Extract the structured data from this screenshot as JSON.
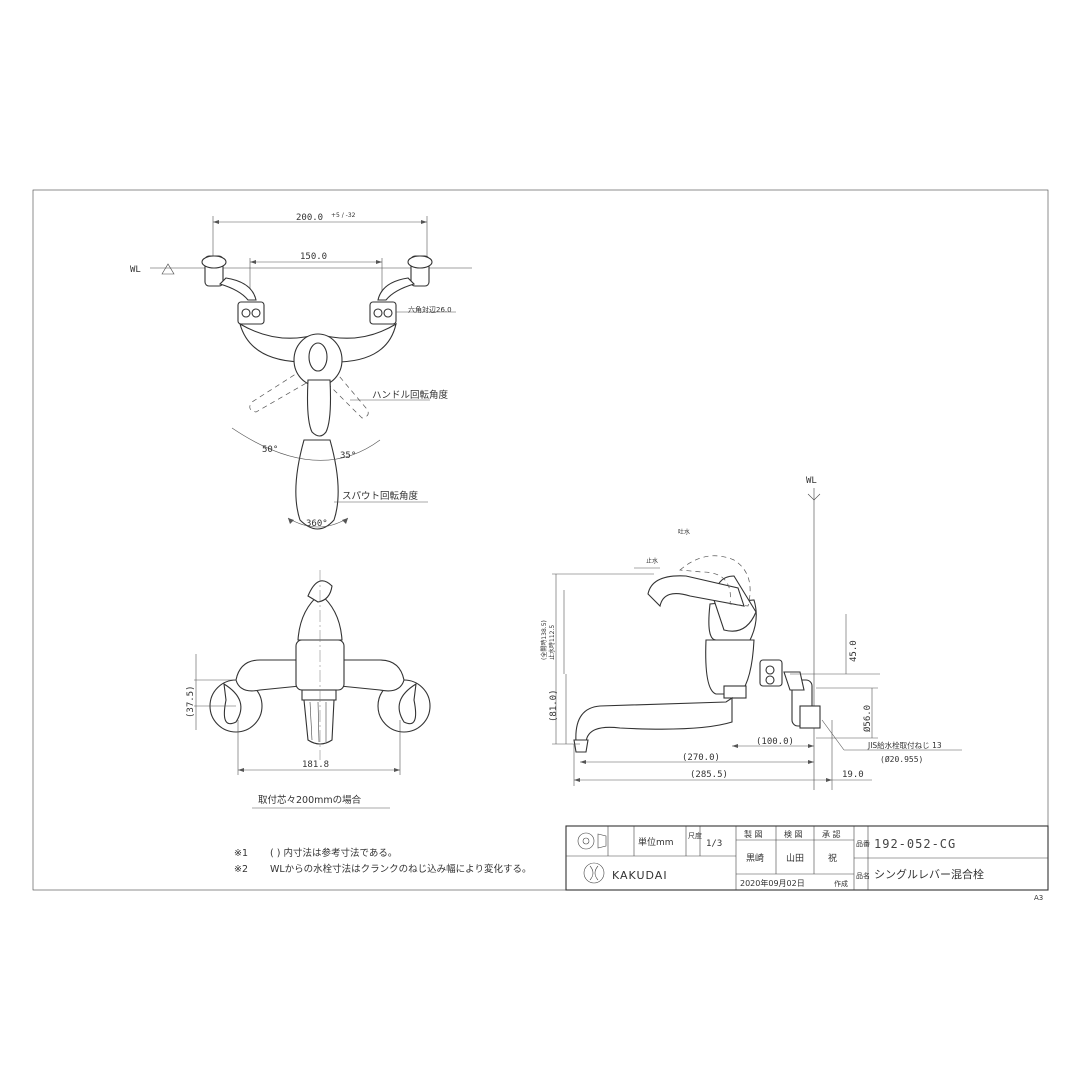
{
  "top_view": {
    "wl": "WL",
    "dim_200": "200.0",
    "dim_200_tol": "+5 / -32",
    "dim_150": "150.0",
    "hex": "六角対辺26.0",
    "handle_rotation": "ハンドル回転角度",
    "angle_50": "50°",
    "angle_35": "35°",
    "spout_rotation": "スパウト回転角度",
    "angle_360": "360°"
  },
  "front_view": {
    "dim_37_5": "(37.5)",
    "dim_181_8": "181.8",
    "caption": "取付芯々200mmの場合"
  },
  "side_view": {
    "wl": "WL",
    "label_open": "吐水",
    "label_stop": "止水",
    "dim_138_5": "(全開時138.5)",
    "dim_112_5": "止水時112.5",
    "dim_81": "(81.0)",
    "dim_45": "45.0",
    "dim_56": "Ø56.0",
    "dim_100": "(100.0)",
    "dim_270": "(270.0)",
    "dim_285_5": "(285.5)",
    "dim_19": "19.0",
    "jis": "JIS給水栓取付ねじ 13",
    "jis_dia": "(Ø20.955)"
  },
  "notes": {
    "n1_mark": "※1",
    "n1": "( ) 内寸法は参考寸法である。",
    "n2_mark": "※2",
    "n2": "WLからの水栓寸法はクランクのねじ込み幅により変化する。"
  },
  "title_block": {
    "unit_label": "単位mm",
    "scale_label": "尺度",
    "scale": "1/3",
    "col_made": "製 図",
    "col_check": "検 図",
    "col_approve": "承 認",
    "name_made": "黒崎",
    "name_check": "山田",
    "name_approve": "祝",
    "number_label": "品番",
    "product_number": "192-052-CG",
    "name_label": "品名",
    "product_name": "シングルレバー混合栓",
    "date": "2020年09月02日",
    "created": "作成",
    "brand": "KAKUDAI",
    "sheet": "A3"
  }
}
